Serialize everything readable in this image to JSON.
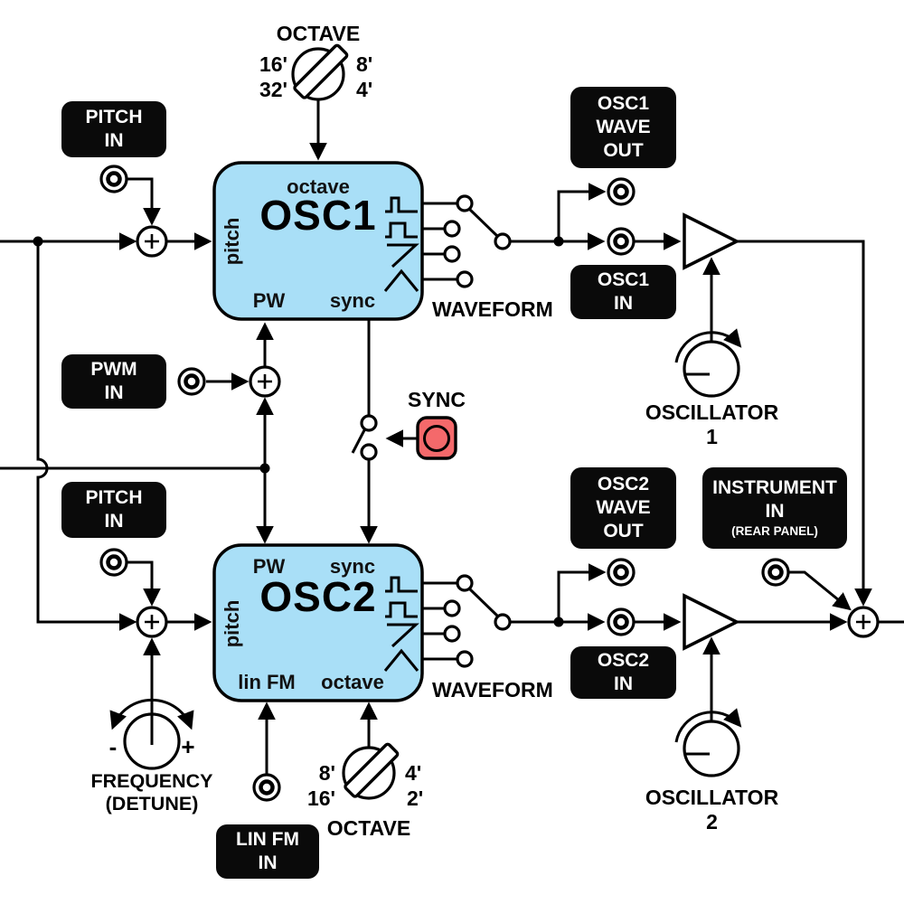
{
  "colors": {
    "box_fill": "#A9DFF7",
    "button_red": "#F4696B",
    "label_bg": "#0A0A0A",
    "label_fg": "#FFFFFF",
    "line": "#000000"
  },
  "osc1": {
    "name": "OSC1",
    "ports": {
      "octave": "octave",
      "pitch": "pitch",
      "pw": "PW",
      "sync": "sync"
    }
  },
  "osc2": {
    "name": "OSC2",
    "ports": {
      "pw": "PW",
      "sync": "sync",
      "pitch": "pitch",
      "lin_fm": "lin FM",
      "octave": "octave"
    }
  },
  "rotary_top": {
    "title": "OCTAVE",
    "left_top": "16'",
    "left_bottom": "32'",
    "right_top": "8'",
    "right_bottom": "4'"
  },
  "rotary_bottom": {
    "title": "OCTAVE",
    "left_top": "8'",
    "left_bottom": "16'",
    "right_top": "4'",
    "right_bottom": "2'"
  },
  "tags": {
    "pitch_in_1": "PITCH\nIN",
    "pwm_in": "PWM\nIN",
    "pitch_in_2": "PITCH\nIN",
    "osc1_wave_out": "OSC1\nWAVE\nOUT",
    "osc1_in": "OSC1\nIN",
    "osc2_wave_out": "OSC2\nWAVE\nOUT",
    "osc2_in": "OSC2\nIN",
    "instrument_in_title": "INSTRUMENT\nIN",
    "instrument_in_subtitle": "(REAR PANEL)",
    "lin_fm_in": "LIN FM\nIN"
  },
  "labels": {
    "waveform_1": "WAVEFORM",
    "waveform_2": "WAVEFORM",
    "sync": "SYNC",
    "oscillator_1": "OSCILLATOR 1",
    "oscillator_2": "OSCILLATOR 2",
    "frequency_detune": "FREQUENCY\n(DETUNE)",
    "detune_minus": "-",
    "detune_plus": "+"
  },
  "icons": {
    "waveforms": [
      "pulse-wave-icon",
      "square-wave-icon",
      "saw-wave-icon",
      "triangle-wave-icon"
    ],
    "jack": "jack-socket-icon",
    "sum": "sum-node-icon",
    "knob": "knob-icon",
    "rotary": "rotary-switch-icon",
    "amplifier": "amplifier-triangle-icon",
    "sync_button": "sync-pushbutton-icon",
    "switch": "toggle-switch-icon"
  }
}
